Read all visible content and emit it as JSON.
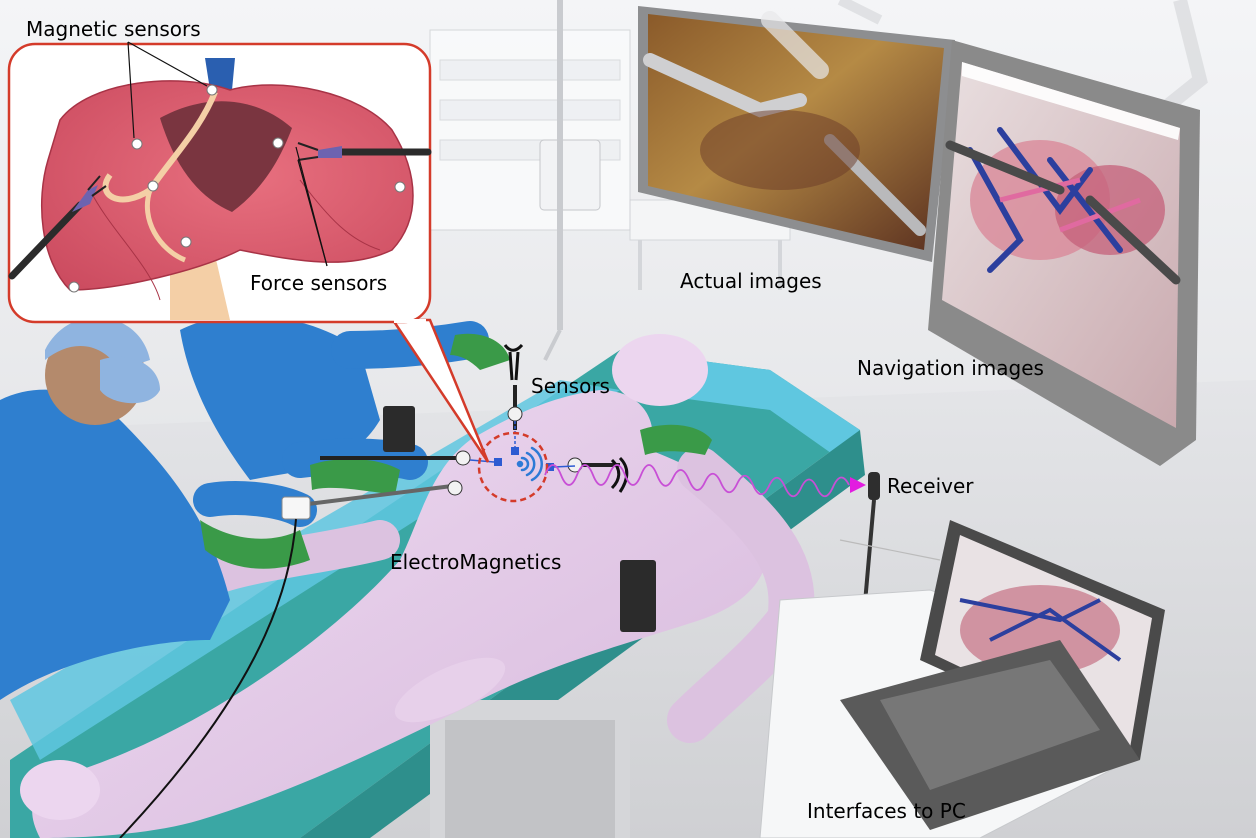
{
  "labels": {
    "magnetic_sensors": "Magnetic sensors",
    "force_sensors": "Force sensors",
    "actual_images": "Actual images",
    "navigation_images": "Navigation images",
    "sensors": "Sensors",
    "receiver": "Receiver",
    "electromagnetics": "ElectroMagnetics",
    "interfaces_to_pc": "Interfaces to PC"
  },
  "colors": {
    "gown": "#2f7fcf",
    "glove": "#3a9a48",
    "body": "#e6cdea",
    "table_top": "#3aa7a4",
    "table_side": "#5fc7e0",
    "liver": "#dc5f72",
    "liver_dark": "#7a3540",
    "ligament": "#f4cfa6",
    "callout_border": "#d43b2a",
    "em_wave": "#c84fd6",
    "em_arrow": "#e21ce0",
    "signal_marker": "#2d5bd2",
    "monitor_frame": "#8a8a8a",
    "laptop": "#4a4a4a"
  },
  "icons": {
    "wireless": "wireless-signal-icon"
  }
}
